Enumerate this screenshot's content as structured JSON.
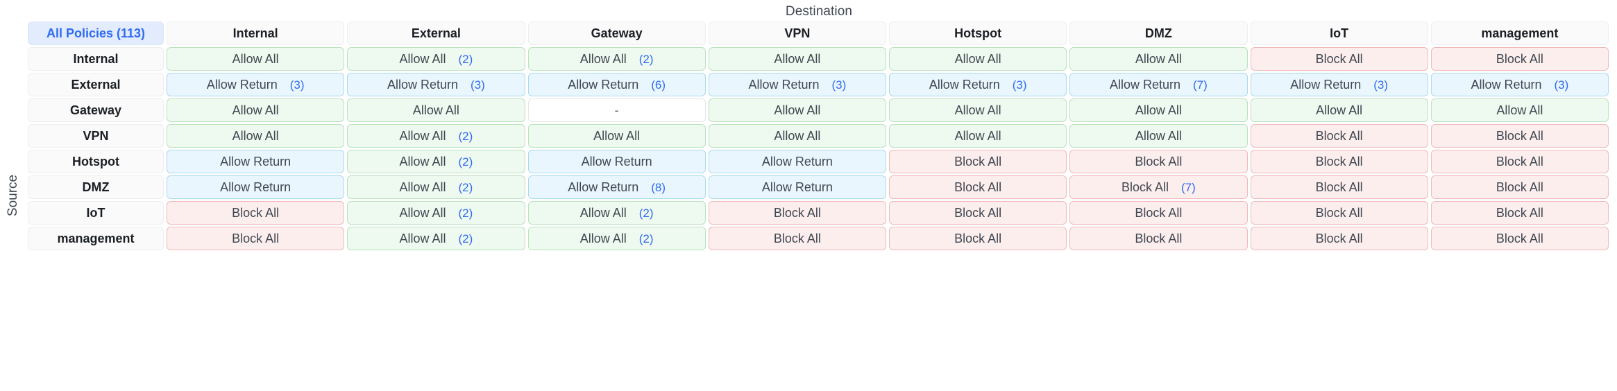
{
  "captions": {
    "destination": "Destination",
    "source": "Source"
  },
  "corner": {
    "label": "All Policies (113)"
  },
  "columns": [
    "Internal",
    "External",
    "Gateway",
    "VPN",
    "Hotspot",
    "DMZ",
    "IoT",
    "management"
  ],
  "rows": [
    "Internal",
    "External",
    "Gateway",
    "VPN",
    "Hotspot",
    "DMZ",
    "IoT",
    "management"
  ],
  "colors": {
    "allow_all_bg": "#eef9ef",
    "allow_all_border": "#b9e3bd",
    "allow_return_bg": "#eaf6fd",
    "allow_return_border": "#a9d9f2",
    "block_all_bg": "#fdeeee",
    "block_all_border": "#f0b8b8",
    "header_bg": "#fafafa",
    "corner_bg": "#e3ecfd",
    "accent": "#2f6bf2"
  },
  "verdict_labels": {
    "allow_all": "Allow All",
    "allow_return": "Allow Return",
    "block_all": "Block All",
    "none": "-"
  },
  "matrix": [
    {
      "source": "Internal",
      "cells": [
        {
          "type": "allow_all",
          "label": "Allow All",
          "count": ""
        },
        {
          "type": "allow_all",
          "label": "Allow All",
          "count": "(2)"
        },
        {
          "type": "allow_all",
          "label": "Allow All",
          "count": "(2)"
        },
        {
          "type": "allow_all",
          "label": "Allow All",
          "count": ""
        },
        {
          "type": "allow_all",
          "label": "Allow All",
          "count": ""
        },
        {
          "type": "allow_all",
          "label": "Allow All",
          "count": ""
        },
        {
          "type": "block_all",
          "label": "Block All",
          "count": ""
        },
        {
          "type": "block_all",
          "label": "Block All",
          "count": ""
        }
      ]
    },
    {
      "source": "External",
      "cells": [
        {
          "type": "allow_return",
          "label": "Allow Return",
          "count": "(3)"
        },
        {
          "type": "allow_return",
          "label": "Allow Return",
          "count": "(3)"
        },
        {
          "type": "allow_return",
          "label": "Allow Return",
          "count": "(6)"
        },
        {
          "type": "allow_return",
          "label": "Allow Return",
          "count": "(3)"
        },
        {
          "type": "allow_return",
          "label": "Allow Return",
          "count": "(3)"
        },
        {
          "type": "allow_return",
          "label": "Allow Return",
          "count": "(7)"
        },
        {
          "type": "allow_return",
          "label": "Allow Return",
          "count": "(3)"
        },
        {
          "type": "allow_return",
          "label": "Allow Return",
          "count": "(3)"
        }
      ]
    },
    {
      "source": "Gateway",
      "cells": [
        {
          "type": "allow_all",
          "label": "Allow All",
          "count": ""
        },
        {
          "type": "allow_all",
          "label": "Allow All",
          "count": ""
        },
        {
          "type": "none",
          "label": "-",
          "count": ""
        },
        {
          "type": "allow_all",
          "label": "Allow All",
          "count": ""
        },
        {
          "type": "allow_all",
          "label": "Allow All",
          "count": ""
        },
        {
          "type": "allow_all",
          "label": "Allow All",
          "count": ""
        },
        {
          "type": "allow_all",
          "label": "Allow All",
          "count": ""
        },
        {
          "type": "allow_all",
          "label": "Allow All",
          "count": ""
        }
      ]
    },
    {
      "source": "VPN",
      "cells": [
        {
          "type": "allow_all",
          "label": "Allow All",
          "count": ""
        },
        {
          "type": "allow_all",
          "label": "Allow All",
          "count": "(2)"
        },
        {
          "type": "allow_all",
          "label": "Allow All",
          "count": ""
        },
        {
          "type": "allow_all",
          "label": "Allow All",
          "count": ""
        },
        {
          "type": "allow_all",
          "label": "Allow All",
          "count": ""
        },
        {
          "type": "allow_all",
          "label": "Allow All",
          "count": ""
        },
        {
          "type": "block_all",
          "label": "Block All",
          "count": ""
        },
        {
          "type": "block_all",
          "label": "Block All",
          "count": ""
        }
      ]
    },
    {
      "source": "Hotspot",
      "cells": [
        {
          "type": "allow_return",
          "label": "Allow Return",
          "count": ""
        },
        {
          "type": "allow_all",
          "label": "Allow All",
          "count": "(2)"
        },
        {
          "type": "allow_return",
          "label": "Allow Return",
          "count": ""
        },
        {
          "type": "allow_return",
          "label": "Allow Return",
          "count": ""
        },
        {
          "type": "block_all",
          "label": "Block All",
          "count": ""
        },
        {
          "type": "block_all",
          "label": "Block All",
          "count": ""
        },
        {
          "type": "block_all",
          "label": "Block All",
          "count": ""
        },
        {
          "type": "block_all",
          "label": "Block All",
          "count": ""
        }
      ]
    },
    {
      "source": "DMZ",
      "cells": [
        {
          "type": "allow_return",
          "label": "Allow Return",
          "count": ""
        },
        {
          "type": "allow_all",
          "label": "Allow All",
          "count": "(2)"
        },
        {
          "type": "allow_return",
          "label": "Allow Return",
          "count": "(8)"
        },
        {
          "type": "allow_return",
          "label": "Allow Return",
          "count": ""
        },
        {
          "type": "block_all",
          "label": "Block All",
          "count": ""
        },
        {
          "type": "block_all",
          "label": "Block All",
          "count": "(7)"
        },
        {
          "type": "block_all",
          "label": "Block All",
          "count": ""
        },
        {
          "type": "block_all",
          "label": "Block All",
          "count": ""
        }
      ]
    },
    {
      "source": "IoT",
      "cells": [
        {
          "type": "block_all",
          "label": "Block All",
          "count": ""
        },
        {
          "type": "allow_all",
          "label": "Allow All",
          "count": "(2)"
        },
        {
          "type": "allow_all",
          "label": "Allow All",
          "count": "(2)"
        },
        {
          "type": "block_all",
          "label": "Block All",
          "count": ""
        },
        {
          "type": "block_all",
          "label": "Block All",
          "count": ""
        },
        {
          "type": "block_all",
          "label": "Block All",
          "count": ""
        },
        {
          "type": "block_all",
          "label": "Block All",
          "count": ""
        },
        {
          "type": "block_all",
          "label": "Block All",
          "count": ""
        }
      ]
    },
    {
      "source": "management",
      "cells": [
        {
          "type": "block_all",
          "label": "Block All",
          "count": ""
        },
        {
          "type": "allow_all",
          "label": "Allow All",
          "count": "(2)"
        },
        {
          "type": "allow_all",
          "label": "Allow All",
          "count": "(2)"
        },
        {
          "type": "block_all",
          "label": "Block All",
          "count": ""
        },
        {
          "type": "block_all",
          "label": "Block All",
          "count": ""
        },
        {
          "type": "block_all",
          "label": "Block All",
          "count": ""
        },
        {
          "type": "block_all",
          "label": "Block All",
          "count": ""
        },
        {
          "type": "block_all",
          "label": "Block All",
          "count": ""
        }
      ]
    }
  ]
}
